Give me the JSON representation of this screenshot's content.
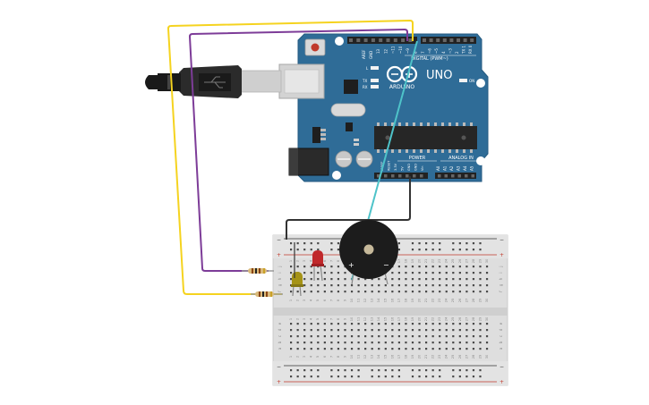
{
  "arduino": {
    "brand": "ARDUINO",
    "model": "UNO",
    "digital_label": "DIGITAL (PWM~)",
    "power_label": "POWER",
    "analog_label": "ANALOG IN",
    "on_label": "ON",
    "led_l": "L",
    "led_tx": "TX",
    "led_rx": "RX",
    "aref": "AREF",
    "gnd": "GND",
    "digital_pins": [
      "13",
      "12",
      "~11",
      "~10",
      "~9",
      "8",
      "7",
      "~6",
      "~5",
      "4",
      "~3",
      "2",
      "TX 1",
      "RX 0"
    ],
    "power_pins": [
      "IOREF",
      "RESET",
      "3.3V",
      "5V",
      "GND",
      "GND",
      "Vin"
    ],
    "analog_pins": [
      "A0",
      "A1",
      "A2",
      "A3",
      "A4",
      "A5"
    ],
    "board_color": "#2f6c97"
  },
  "breadboard": {
    "row_letters_top": [
      "j",
      "i",
      "h",
      "g",
      "f"
    ],
    "row_letters_bottom": [
      "e",
      "d",
      "c",
      "b",
      "a"
    ],
    "column_numbers": [
      "1",
      "2",
      "3",
      "4",
      "5",
      "6",
      "7",
      "8",
      "9",
      "10",
      "11",
      "12",
      "13",
      "14",
      "15",
      "16",
      "17",
      "18",
      "19",
      "20",
      "21",
      "22",
      "23",
      "24",
      "25",
      "26",
      "27",
      "28",
      "29",
      "30"
    ],
    "rail_plus": "+",
    "rail_minus": "−"
  },
  "buzzer": {
    "plus": "+",
    "minus": "−"
  },
  "wire_colors": {
    "yellow": "#f5d31f",
    "purple": "#7d3c98",
    "teal": "#4ec3c9",
    "black": "#333333"
  }
}
